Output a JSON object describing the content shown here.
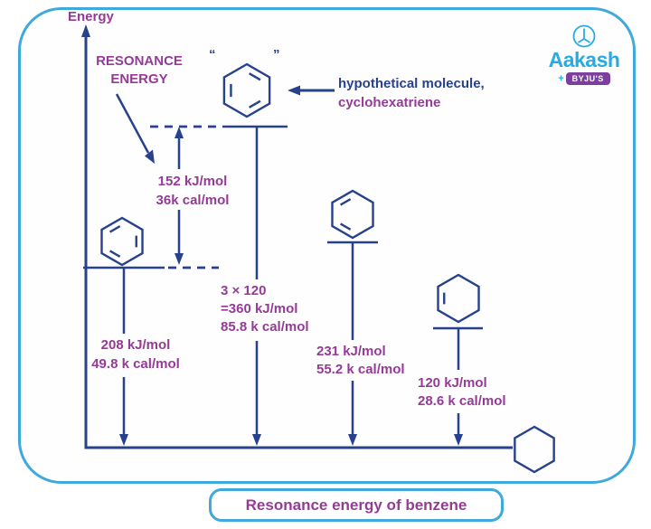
{
  "colors": {
    "structure_navy": "#27418c",
    "text_purple": "#953b97",
    "frame_light_blue": "#3fa9dc",
    "logo_blue": "#29abe2",
    "badge_purple": "#7b3f9d"
  },
  "axis_label": "Energy",
  "resonance_label": {
    "line1": "RESONANCE",
    "line2": "ENERGY"
  },
  "hypothetical": {
    "quote_left": "“",
    "quote_right": "”",
    "label_line1": "hypothetical molecule,",
    "label_line2": "cyclohexatriene",
    "calc_line1": "3 × 120",
    "calc_line2": "=360 kJ/mol",
    "calc_line3": "85.8 k cal/mol"
  },
  "resonance_gap": {
    "line1": "152 kJ/mol",
    "line2": "36k cal/mol"
  },
  "benzene_energy": {
    "line1": "208 kJ/mol",
    "line2": "49.8 k cal/mol"
  },
  "cyclohexadiene_energy": {
    "line1": "231 kJ/mol",
    "line2": "55.2 k cal/mol"
  },
  "cyclohexene_energy": {
    "line1": "120 kJ/mol",
    "line2": "28.6 k cal/mol"
  },
  "caption": "Resonance energy of benzene",
  "logo": {
    "name": "Aakash",
    "plus": "+",
    "sub": "BYJU'S"
  }
}
